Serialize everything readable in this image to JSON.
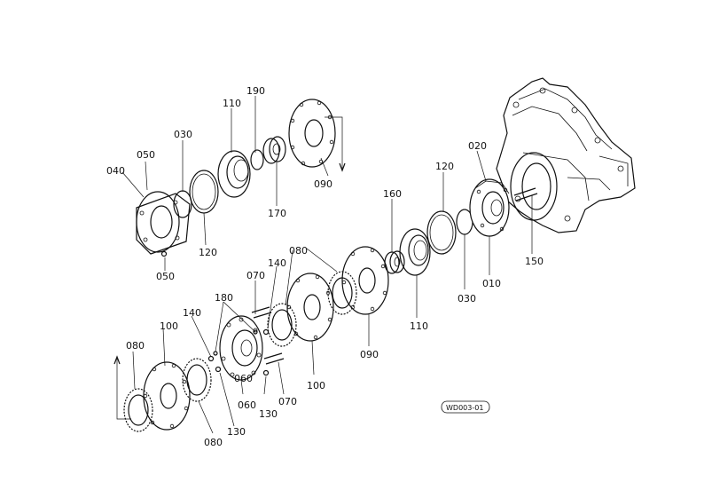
{
  "diagram": {
    "labels": [
      {
        "id": "l-190",
        "text": "190"
      },
      {
        "id": "l-110a",
        "text": "110"
      },
      {
        "id": "l-030a",
        "text": "030"
      },
      {
        "id": "l-050a",
        "text": "050"
      },
      {
        "id": "l-040",
        "text": "040"
      },
      {
        "id": "l-120a",
        "text": "120"
      },
      {
        "id": "l-050b",
        "text": "050"
      },
      {
        "id": "l-170",
        "text": "170"
      },
      {
        "id": "l-090a",
        "text": "090"
      },
      {
        "id": "l-020",
        "text": "020"
      },
      {
        "id": "l-120b",
        "text": "120"
      },
      {
        "id": "l-160",
        "text": "160"
      },
      {
        "id": "l-150",
        "text": "150"
      },
      {
        "id": "l-010",
        "text": "010"
      },
      {
        "id": "l-030b",
        "text": "030"
      },
      {
        "id": "l-110b",
        "text": "110"
      },
      {
        "id": "l-090b",
        "text": "090"
      },
      {
        "id": "l-080a",
        "text": "080"
      },
      {
        "id": "l-070a",
        "text": "070"
      },
      {
        "id": "l-140a",
        "text": "140"
      },
      {
        "id": "l-180",
        "text": "180"
      },
      {
        "id": "l-100a",
        "text": "100"
      },
      {
        "id": "l-140b",
        "text": "140"
      },
      {
        "id": "l-080b",
        "text": "080"
      },
      {
        "id": "l-080c",
        "text": "080"
      },
      {
        "id": "l-130a",
        "text": "130"
      },
      {
        "id": "l-060a",
        "text": "060"
      },
      {
        "id": "l-060b",
        "text": "060"
      },
      {
        "id": "l-130b",
        "text": "130"
      },
      {
        "id": "l-070b",
        "text": "070"
      },
      {
        "id": "l-100b",
        "text": "100"
      }
    ],
    "reference_code": "WD003-01"
  }
}
